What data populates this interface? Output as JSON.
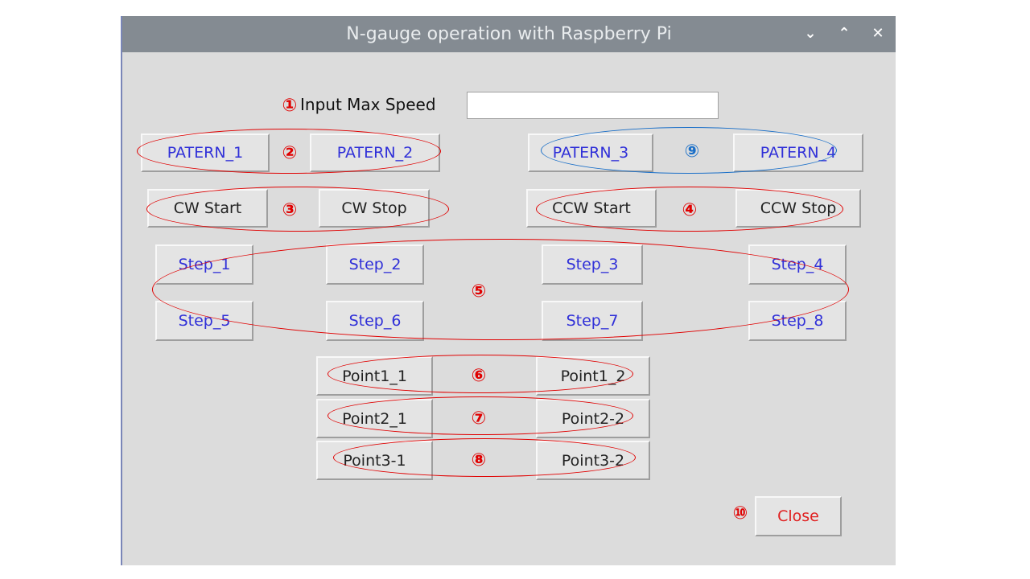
{
  "window": {
    "title": "N-gauge operation with Raspberry Pi",
    "controls": {
      "minimize": "⌄",
      "maximize": "⌃",
      "close": "✕"
    }
  },
  "speed": {
    "marker": "①",
    "label": "Input Max Speed",
    "value": "",
    "placeholder": ""
  },
  "patterns": {
    "left_marker": "②",
    "right_marker": "⑨",
    "buttons": [
      "PATERN_1",
      "PATERN_2",
      "PATERN_3",
      "PATERN_4"
    ]
  },
  "rotation": {
    "cw_marker": "③",
    "ccw_marker": "④",
    "cw_start": "CW Start",
    "cw_stop": "CW Stop",
    "ccw_start": "CCW Start",
    "ccw_stop": "CCW Stop"
  },
  "steps": {
    "marker": "⑤",
    "buttons": [
      "Step_1",
      "Step_2",
      "Step_3",
      "Step_4",
      "Step_5",
      "Step_6",
      "Step_7",
      "Step_8"
    ]
  },
  "points": [
    {
      "marker": "⑥",
      "left": "Point1_1",
      "right": "Point1_2"
    },
    {
      "marker": "⑦",
      "left": "Point2_1",
      "right": "Point2-2"
    },
    {
      "marker": "⑧",
      "left": "Point3-1",
      "right": "Point3-2"
    }
  ],
  "close": {
    "marker": "⑩",
    "label": "Close"
  },
  "colors": {
    "annotation_red": "#e00000",
    "annotation_blue": "#1a6fc8",
    "button_text_blue": "#3030d8",
    "titlebar": "#848b92",
    "window_bg": "#dcdcdc"
  }
}
